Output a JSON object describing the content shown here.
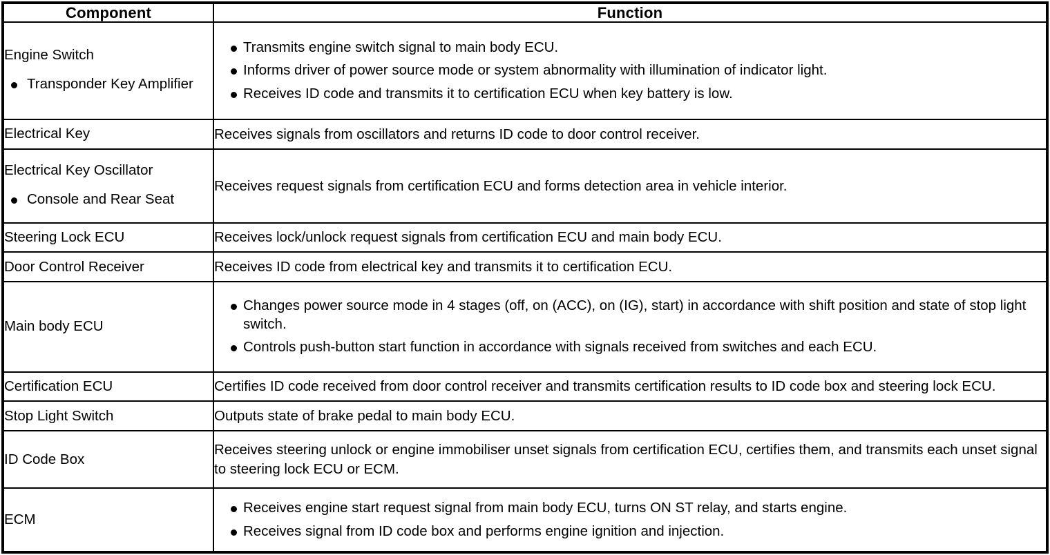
{
  "table": {
    "headers": {
      "component": "Component",
      "function": "Function"
    },
    "rows": [
      {
        "component": {
          "title": "Engine Switch",
          "sub_items": [
            "Transponder Key Amplifier"
          ]
        },
        "function": {
          "type": "bullets",
          "items": [
            "Transmits engine switch signal to main body ECU.",
            "Informs driver of power source mode or system abnormality with illumination of indicator light.",
            "Receives ID code and transmits it to certification ECU when key battery is low."
          ]
        }
      },
      {
        "component": {
          "title": "Electrical Key",
          "sub_items": []
        },
        "function": {
          "type": "text",
          "text": "Receives signals from oscillators and returns ID code to door control receiver."
        }
      },
      {
        "component": {
          "title": "Electrical Key Oscillator",
          "sub_items": [
            "Console and Rear Seat"
          ]
        },
        "function": {
          "type": "text",
          "text": "Receives request signals from certification ECU and forms detection area in vehicle interior."
        }
      },
      {
        "component": {
          "title": "Steering Lock ECU",
          "sub_items": []
        },
        "function": {
          "type": "text",
          "text": "Receives lock/unlock request signals from certification ECU and main body ECU."
        }
      },
      {
        "component": {
          "title": "Door Control Receiver",
          "sub_items": []
        },
        "function": {
          "type": "text",
          "text": "Receives ID code from electrical key and transmits it to certification ECU."
        }
      },
      {
        "component": {
          "title": "Main body ECU",
          "sub_items": []
        },
        "function": {
          "type": "bullets",
          "items": [
            "Changes power source mode in 4 stages (off, on (ACC), on (IG), start) in accordance with shift position and state of stop light switch.",
            "Controls push-button start function in accordance with signals received from switches and each ECU."
          ]
        }
      },
      {
        "component": {
          "title": "Certification ECU",
          "sub_items": []
        },
        "function": {
          "type": "text",
          "text": "Certifies ID code received from door control receiver and transmits certification results to ID code box and steering lock ECU."
        }
      },
      {
        "component": {
          "title": "Stop Light Switch",
          "sub_items": []
        },
        "function": {
          "type": "text",
          "text": "Outputs state of brake pedal to main body ECU."
        }
      },
      {
        "component": {
          "title": "ID Code Box",
          "sub_items": []
        },
        "function": {
          "type": "text",
          "text": "Receives steering unlock or engine immobiliser unset signals from certification ECU, certifies them, and transmits each unset signal to steering lock ECU or ECM."
        }
      },
      {
        "component": {
          "title": "ECM",
          "sub_items": []
        },
        "function": {
          "type": "bullets",
          "items": [
            "Receives engine start request signal from main body ECU, turns ON ST relay, and starts engine.",
            "Receives signal from ID code box and performs engine ignition and injection."
          ]
        }
      }
    ]
  },
  "colors": {
    "border": "#000000",
    "text": "#000000",
    "background": "#ffffff"
  }
}
